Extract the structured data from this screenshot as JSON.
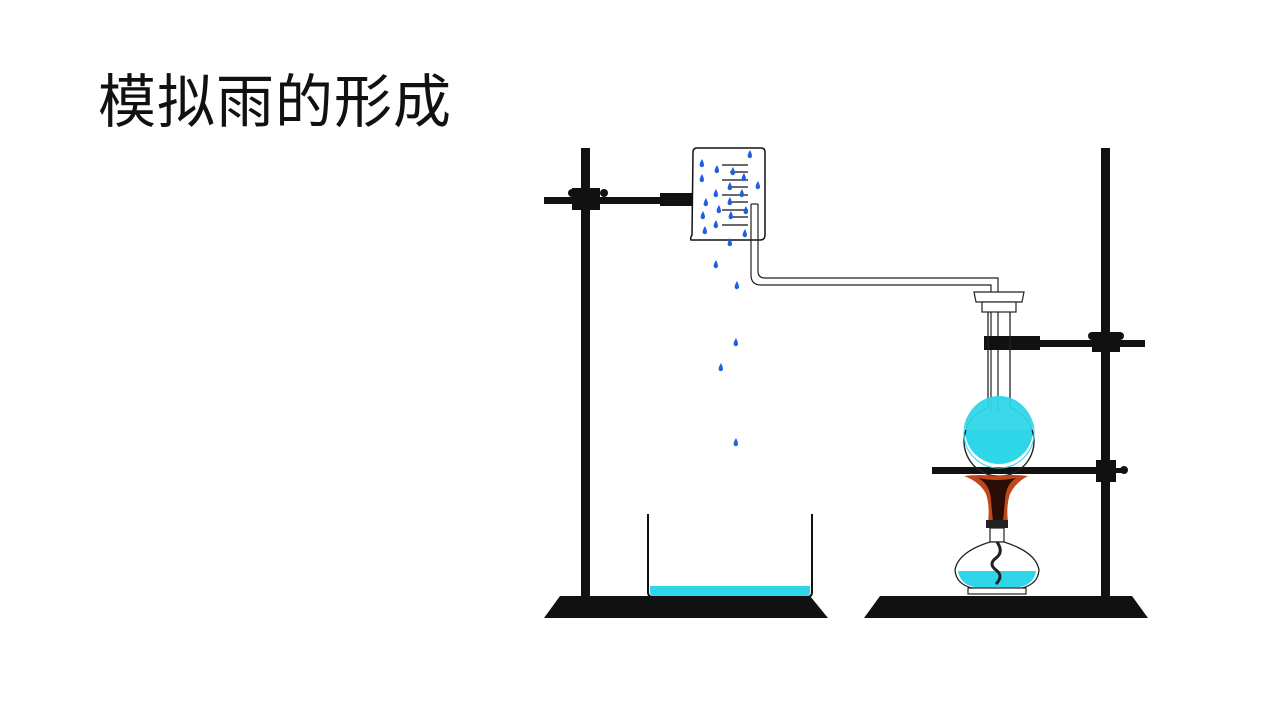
{
  "slide": {
    "title": "模拟雨的形成"
  },
  "colors": {
    "water": "#2fd6e8",
    "frame": "#111111",
    "droplet": "#1f5fe0",
    "flame_outer": "#c0471a",
    "flame_inner": "#2a0d06"
  },
  "diagram": {
    "apparatus": [
      "iron-stand-left",
      "iron-stand-right",
      "water-trough",
      "cold-beaker",
      "glass-delivery-tube",
      "round-bottom-flask",
      "alcohol-lamp"
    ],
    "droplet_shape": "teardrop"
  }
}
